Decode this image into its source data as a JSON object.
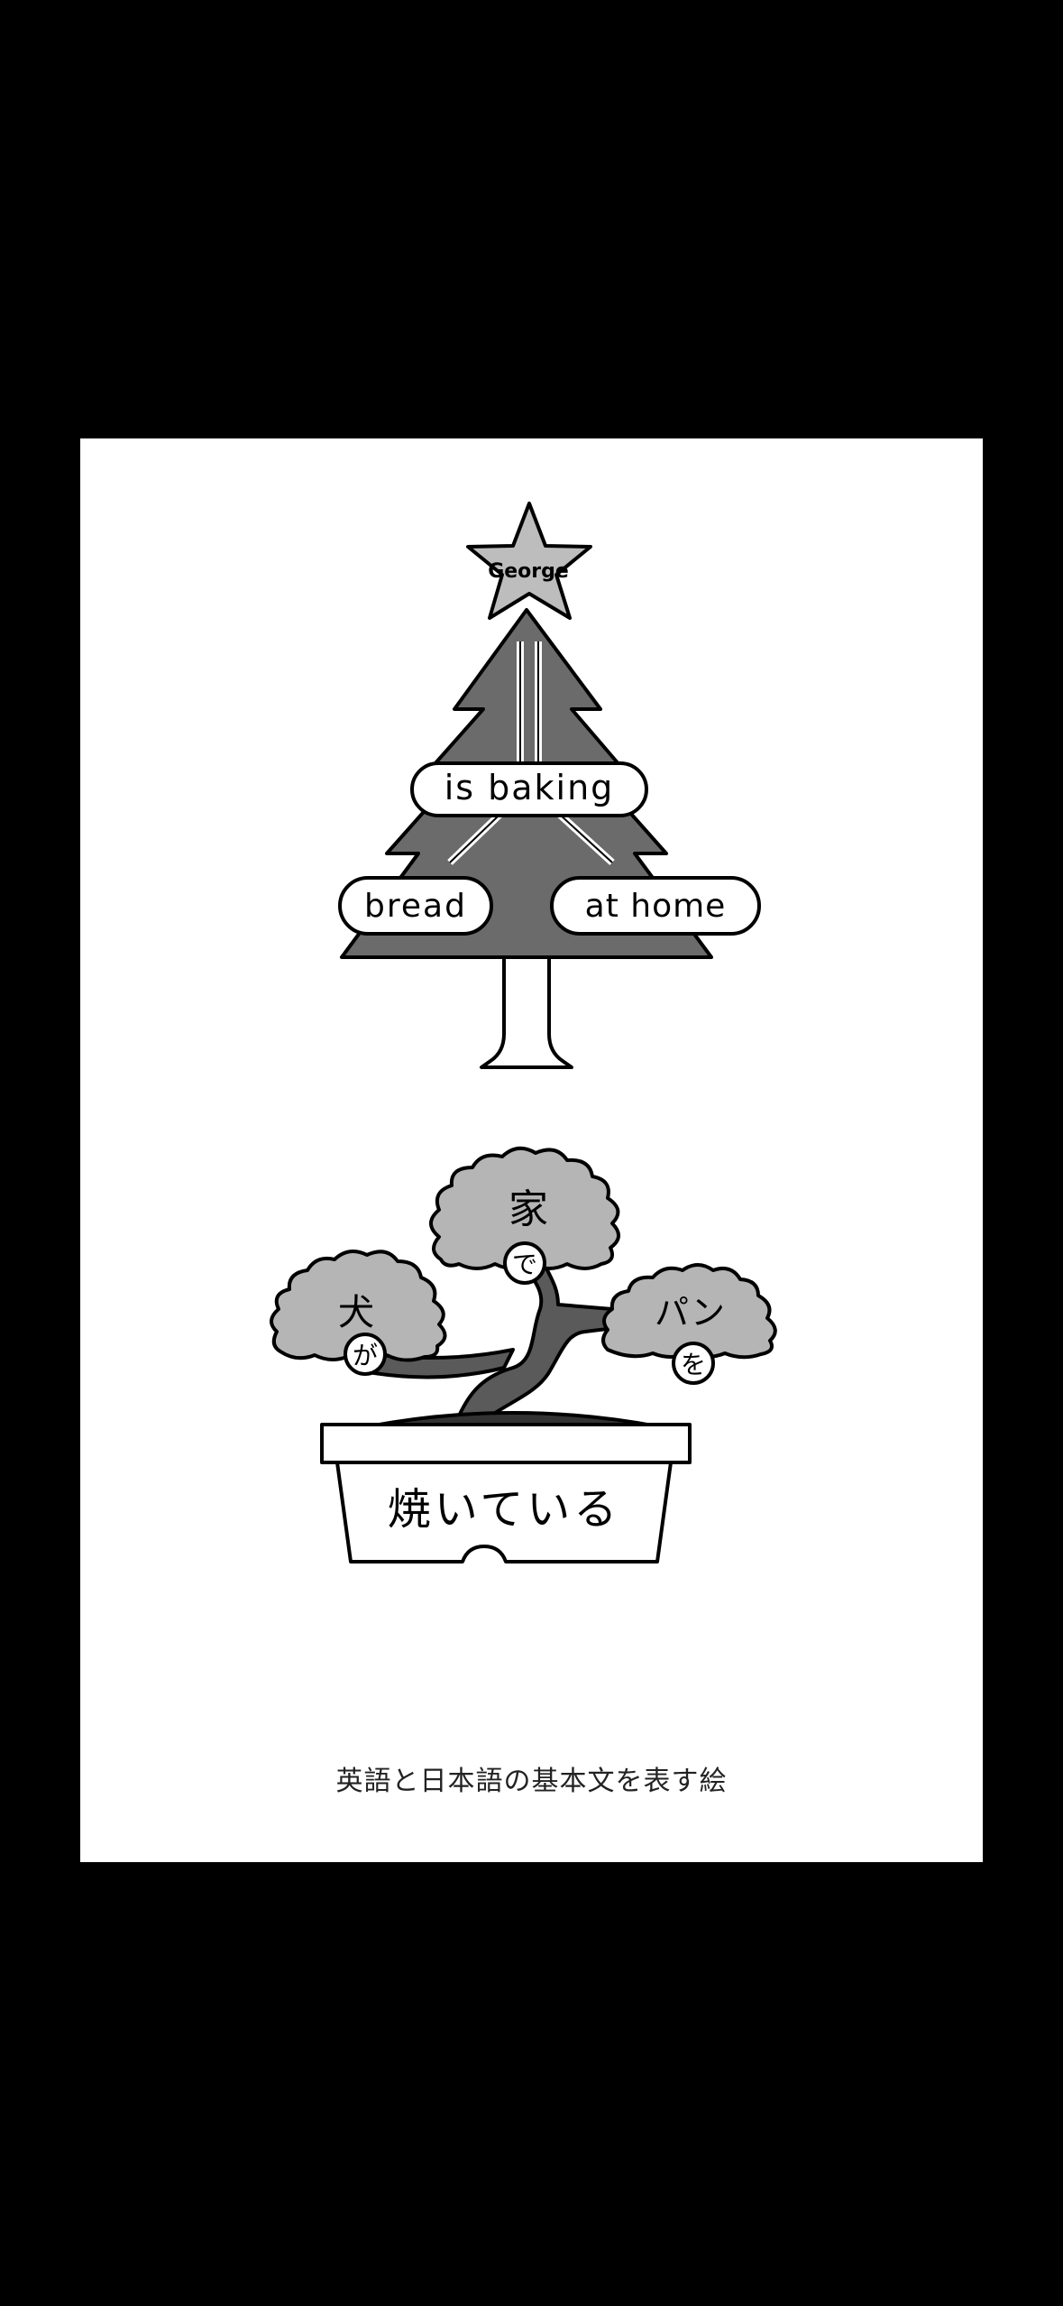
{
  "english_tree": {
    "subject": "George",
    "verb": "is baking",
    "object": "bread",
    "place": "at home"
  },
  "japanese_bonsai": {
    "subject": "犬",
    "subject_particle": "が",
    "place": "家",
    "place_particle": "で",
    "object": "パン",
    "object_particle": "を",
    "verb": "焼いている"
  },
  "caption": "英語と日本語の基本文を表す絵",
  "colors": {
    "background": "#000000",
    "page": "#ffffff",
    "tree_dark": "#6b6b6b",
    "star_light": "#bdbdbd",
    "canopy_light": "#b5b5b5",
    "trunk_dark": "#5a5a5a",
    "outline": "#000000"
  }
}
